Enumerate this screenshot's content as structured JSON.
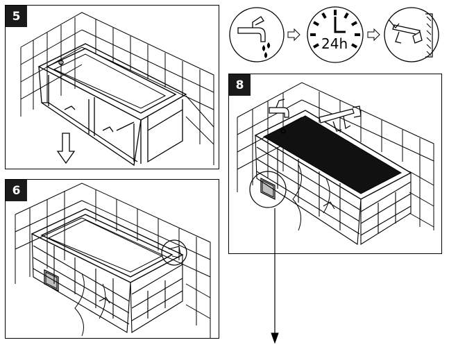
{
  "steps": {
    "step5": {
      "number": "5"
    },
    "step6": {
      "number": "6"
    },
    "step8": {
      "number": "8"
    }
  },
  "cure": {
    "time_label": "24h"
  },
  "icons": [
    "tap-icon",
    "clock-icon",
    "caulking-gun-icon"
  ]
}
